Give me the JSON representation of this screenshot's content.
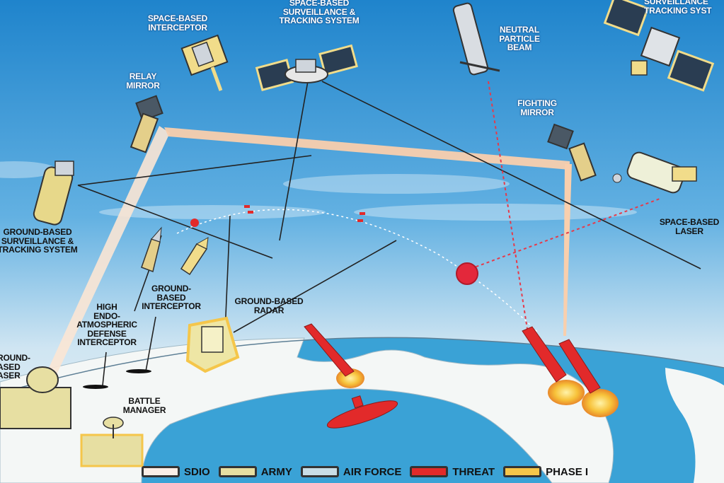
{
  "labels": {
    "space_based_interceptor": "SPACE-BASED\nINTERCEPTOR",
    "space_based_surveillance": "SPACE-BASED\nSURVEILLANCE &\nTRACKING SYSTEM",
    "neutral_particle_beam": "NEUTRAL\nPARTICLE\nBEAM",
    "surveillance_tracking_partial": "SURVEILLANCE\nTRACKING SYST",
    "relay_mirror": "RELAY\nMIRROR",
    "fighting_mirror": "FIGHTING\nMIRROR",
    "space_based_laser": "SPACE-BASED\nLASER",
    "ground_based_surveillance": "GROUND-BASED\nSURVEILLANCE &\nTRACKING SYSTEM",
    "ground_based_interceptor": "GROUND-\nBASED\nINTERCEPTOR",
    "high_endo": "HIGH\nENDO-\nATMOSPHERIC\nDEFENSE\nINTERCEPTOR",
    "ground_based_radar": "GROUND-BASED\nRADAR",
    "ground_based_laser": "ROUND-\nASED\nASER",
    "battle_manager": "BATTLE\nMANAGER"
  },
  "legend": [
    {
      "label": "SDIO",
      "color": "#fbeee6"
    },
    {
      "label": "ARMY",
      "color": "#e7dfa2"
    },
    {
      "label": "AIR FORCE",
      "color": "#c8dde6"
    },
    {
      "label": "THREAT",
      "color": "#e22a2a"
    },
    {
      "label": "PHASE I",
      "color": "#f5c64a"
    }
  ],
  "colors": {
    "sky_top": "#1f84cc",
    "sky_bottom": "#e8f2f7",
    "ocean": "#3aa2d6",
    "land": "#f4f7f6",
    "threat": "#e22a2a",
    "sdio_beam": "#fbd7b8",
    "army": "#e7dfa2",
    "phase1": "#f5c64a"
  }
}
